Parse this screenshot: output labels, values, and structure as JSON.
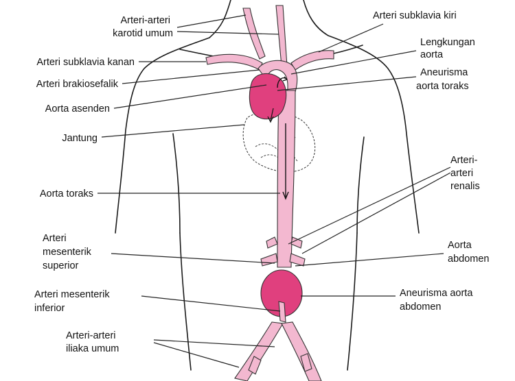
{
  "colors": {
    "vessel": "#f3b8d0",
    "aneurysm": "#e0407e",
    "outline": "#1a1a1a"
  },
  "labels": {
    "carotid": [
      "Arteri-arteri",
      "karotid umum"
    ],
    "subclavian_left": [
      "Arteri subklavia kiri"
    ],
    "subclavian_right": [
      "Arteri subklavia kanan"
    ],
    "aortic_arch": [
      "Lengkungan",
      "aorta"
    ],
    "brachiocephalic": [
      "Arteri brakiosefalik"
    ],
    "thoracic_aneurysm": [
      "Aneurisma",
      "aorta toraks"
    ],
    "ascending_aorta": [
      "Aorta asenden"
    ],
    "heart": [
      "Jantung"
    ],
    "renal": [
      "Arteri-",
      "arteri",
      "renalis"
    ],
    "thoracic_aorta": [
      "Aorta toraks"
    ],
    "superior_mesenteric": [
      "Arteri",
      "mesenterik",
      "superior"
    ],
    "abdominal_aorta": [
      "Aorta",
      "abdomen"
    ],
    "inferior_mesenteric": [
      "Arteri mesenterik",
      "inferior"
    ],
    "abdominal_aneurysm": [
      "Aneurisma aorta",
      "abdomen"
    ],
    "common_iliac": [
      "Arteri-arteri",
      "iliaka umum"
    ]
  }
}
